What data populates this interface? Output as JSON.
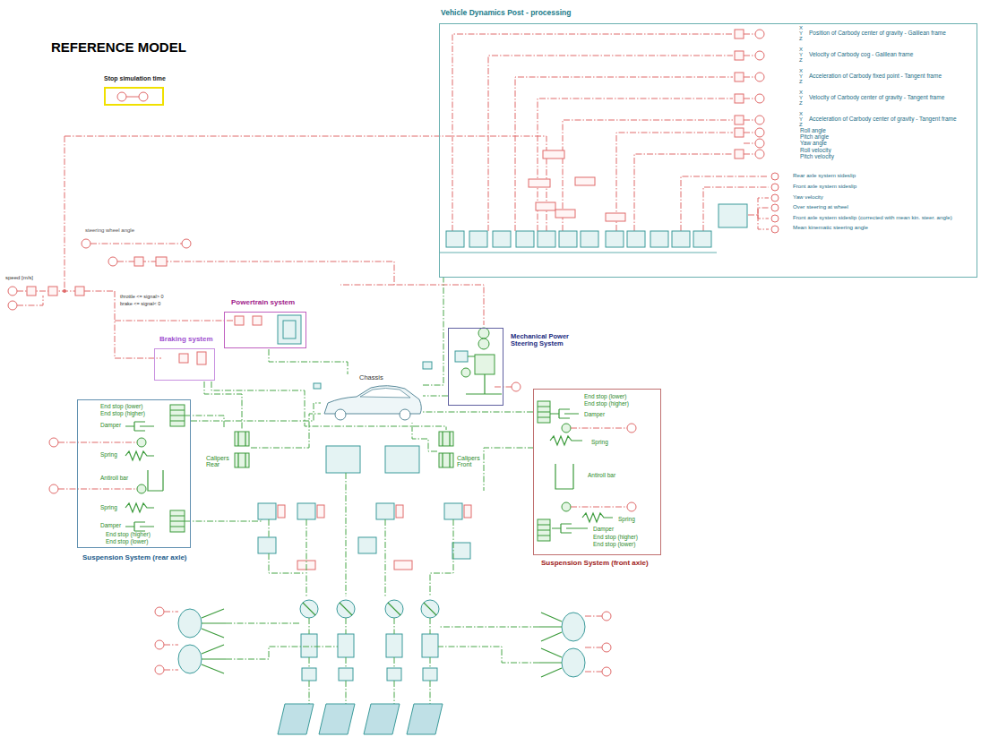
{
  "diagram": {
    "title": "REFERENCE MODEL",
    "nodes": [
      {
        "text": [
          "Stop simulation time"
        ]
      },
      {
        "text": [
          "Vehicle Dynamics Post - processing"
        ]
      },
      {
        "text": [
          "Powertrain system"
        ]
      },
      {
        "text": [
          "Braking system"
        ]
      },
      {
        "text": [
          "Mechanical Power Steering System"
        ]
      },
      {
        "text": [
          "Chassis"
        ]
      },
      {
        "text": [
          "Suspension System (rear axle)"
        ]
      },
      {
        "text": [
          "Suspension System (front axle)"
        ]
      },
      {
        "text": [
          "Calipers Rear"
        ]
      },
      {
        "text": [
          "Calipers Front"
        ]
      }
    ],
    "edges": [
      {
        "from": 5,
        "to": 1,
        "arrow": "none"
      },
      {
        "from": 4,
        "to": 5,
        "arrow": "none"
      },
      {
        "from": 2,
        "to": 5,
        "arrow": "none"
      },
      {
        "from": 3,
        "to": 8,
        "arrow": "none"
      },
      {
        "from": 3,
        "to": 9,
        "arrow": "none"
      },
      {
        "from": 6,
        "to": 5,
        "arrow": "none"
      },
      {
        "from": 7,
        "to": 5,
        "arrow": "none"
      },
      {
        "from": 8,
        "to": 5,
        "arrow": "none"
      },
      {
        "from": 9,
        "to": 5,
        "arrow": "none"
      }
    ],
    "labels": [
      "X",
      "Y",
      "Z",
      "Position of Carbody center of gravity - Galilean frame",
      "X",
      "Y",
      "Z",
      "Velocity of Carbody cog - Galilean frame",
      "X",
      "Y",
      "Z",
      "Acceleration of Carbody fixed point - Tangent frame",
      "X",
      "Y",
      "Z",
      "Velocity of Carbody center of gravity - Tangent frame",
      "X",
      "Y",
      "Z",
      "Acceleration of Carbody center of gravity - Tangent frame",
      "Roll angle",
      "Pitch angle",
      "Yaw angle",
      "Roll velocity",
      "Pitch velocity",
      "Rear axle system sideslip",
      "Front axle system sideslip",
      "Yaw velocity",
      "Over steering at wheel",
      "Front axle system sideslip (corrected with mean kin. steer. angle)",
      "Mean kinematic steering angle",
      "steering wheel angle",
      "speed [m/s]",
      "throttle <= signal> 0",
      "brake <= signal< 0",
      "End stop (lower)",
      "End stop (higher)",
      "Damper",
      "Spring",
      "Antiroll bar",
      "Spring",
      "Damper",
      "End stop (higher)",
      "End stop (lower)",
      "End stop (lower)",
      "End stop (higher)",
      "Damper",
      "Spring",
      "Antiroll bar",
      "Spring",
      "Damper",
      "End stop (higher)",
      "End stop (lower)"
    ]
  }
}
